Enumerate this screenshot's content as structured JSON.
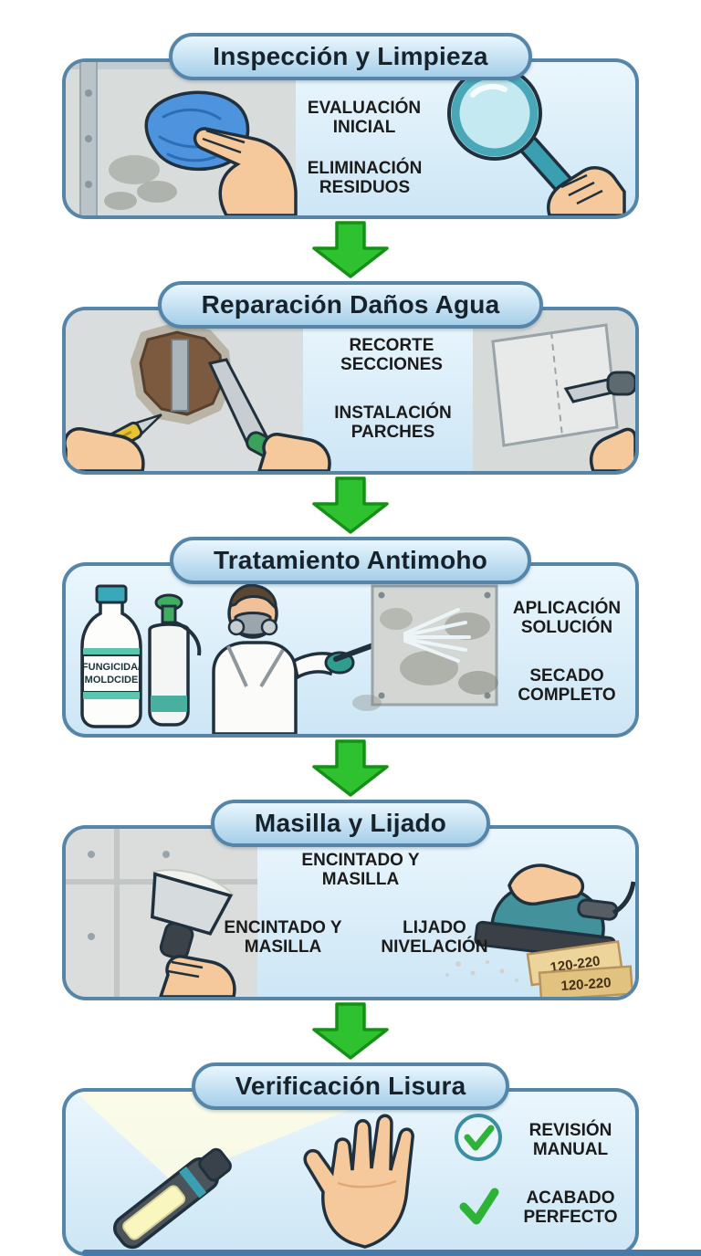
{
  "colors": {
    "panel_border": "#5585a9",
    "pill_bg_top": "#e9f6fe",
    "pill_bg_bottom": "#a6cfe9",
    "panel_bg_top": "#eaf6fd",
    "panel_bg_bottom": "#cde6f5",
    "arrow_fill": "#2fc230",
    "arrow_stroke": "#169016",
    "title_text": "#16232d",
    "label_text": "#1b1b1b",
    "check_green": "#2eb336",
    "teal_accent": "#3a9fb0"
  },
  "steps": [
    {
      "title": "Inspección y Limpieza",
      "labels": [
        "EVALUACIÓN INICIAL",
        "ELIMINACIÓN RESIDUOS"
      ]
    },
    {
      "title": "Reparación Daños Agua",
      "labels": [
        "RECORTE SECCIONES",
        "INSTALACIÓN PARCHES"
      ]
    },
    {
      "title": "Tratamiento Antimoho",
      "labels": [
        "APLICACIÓN SOLUCIÓN",
        "SECADO COMPLETO"
      ],
      "bottle_label_line1": "FUNGICIDA/",
      "bottle_label_line2": "MOLDCIDE"
    },
    {
      "title": "Masilla y Lijado",
      "labels": [
        "ENCINTADO Y MASILLA",
        "ENCINTADO Y MASILLA",
        "LIJADO NIVELACIÓN"
      ],
      "sandpaper_grit": "120-220"
    },
    {
      "title": "Verificación Lisura",
      "labels": [
        "REVISIÓN MANUAL",
        "ACABADO PERFECTO"
      ]
    }
  ]
}
